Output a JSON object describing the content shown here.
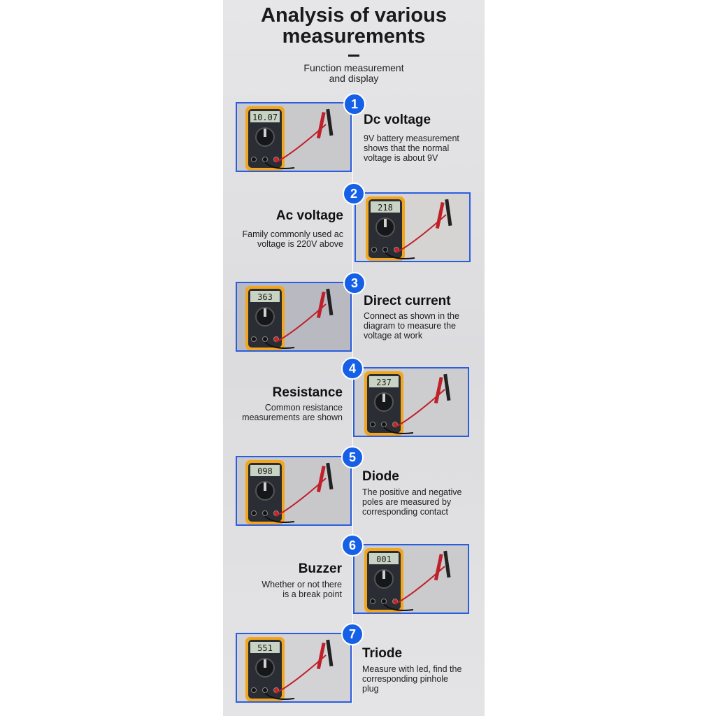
{
  "header": {
    "title_line1": "Analysis of various",
    "title_line2": "measurements",
    "subtitle_line1": "Function measurement",
    "subtitle_line2": "and display"
  },
  "items": [
    {
      "number": "1",
      "title": "Dc voltage",
      "desc": [
        "9V battery measurement",
        "shows that the normal",
        "voltage is about 9V"
      ],
      "display": "10.07",
      "icon": "multimeter-battery-photo"
    },
    {
      "number": "2",
      "title": "Ac voltage",
      "desc": [
        "Family commonly used ac",
        "voltage is 220V above"
      ],
      "display": "218",
      "icon": "multimeter-socket-photo"
    },
    {
      "number": "3",
      "title": "Direct current",
      "desc": [
        "Connect as shown in the",
        "diagram to measure the",
        "voltage at work"
      ],
      "display": "363",
      "icon": "multimeter-led-strip-photo"
    },
    {
      "number": "4",
      "title": "Resistance",
      "desc": [
        "Common resistance",
        "measurements are shown"
      ],
      "display": "237",
      "icon": "multimeter-resistor-photo"
    },
    {
      "number": "5",
      "title": "Diode",
      "desc": [
        "The positive and negative",
        "poles are measured by",
        "corresponding contact"
      ],
      "display": "098",
      "icon": "multimeter-diode-photo"
    },
    {
      "number": "6",
      "title": "Buzzer",
      "desc": [
        "Whether or not there",
        "is a break point"
      ],
      "display": "001",
      "icon": "multimeter-probes-photo"
    },
    {
      "number": "7",
      "title": "Triode",
      "desc": [
        "Measure with led, find the",
        "corresponding pinhole",
        "plug"
      ],
      "display": "551",
      "icon": "multimeter-led-photo"
    }
  ]
}
